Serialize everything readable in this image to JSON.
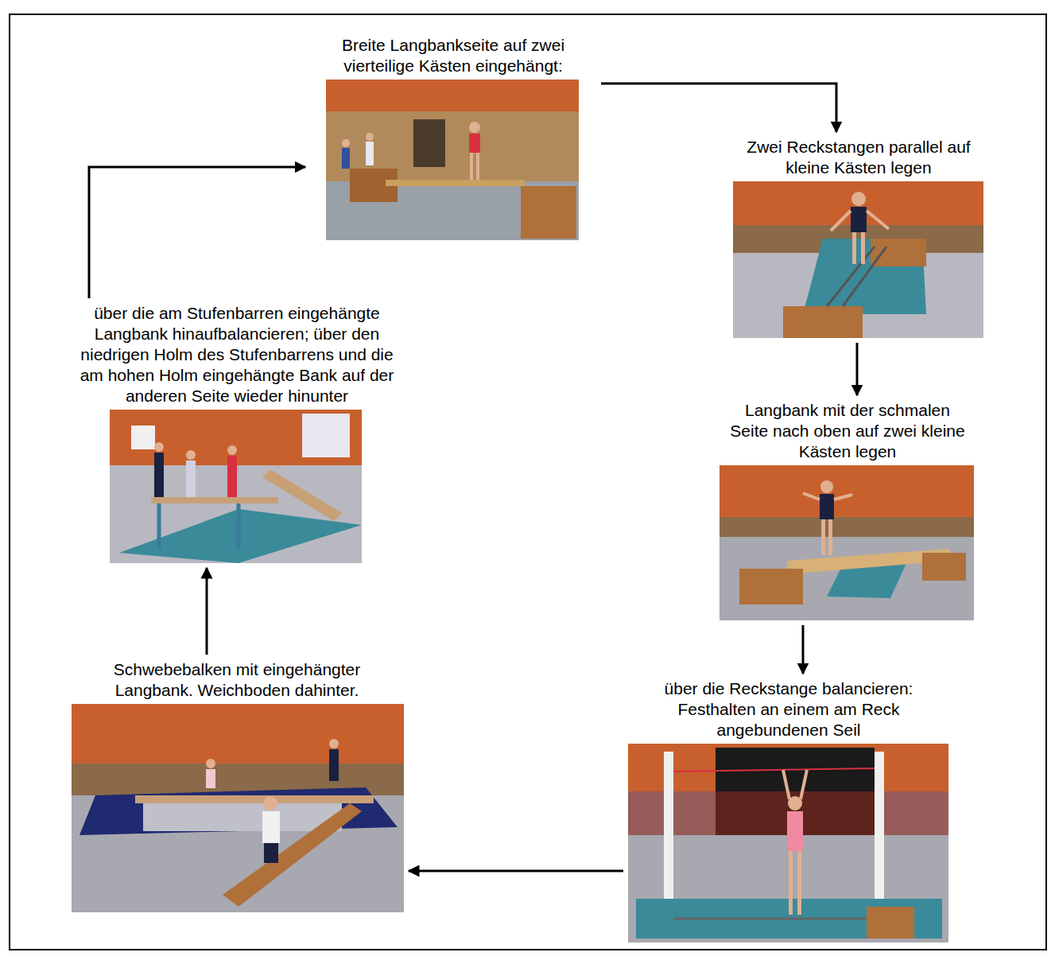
{
  "diagram": {
    "nodes": [
      {
        "text": [
          "Breite Langbankseite auf zwei vierteilige Kästen eingehängt:"
        ]
      },
      {
        "text": [
          "Zwei Reckstangen parallel auf kleine Kästen legen"
        ]
      },
      {
        "text": [
          "Langbank mit der schmalen Seite nach oben auf zwei kleine Kästen legen"
        ]
      },
      {
        "text": [
          "über die Reckstange balancieren: Festhalten an einem am Reck angebundenen Seil"
        ]
      },
      {
        "text": [
          "Schwebebalken mit eingehängter Langbank. Weichboden dahinter."
        ]
      },
      {
        "text": [
          "über die am Stufenbarren eingehängte Langbank hinaufbalancieren; über den niedrigen Holm des Stufenbarrens und die am hohen Holm eingehängte Bank auf der anderen Seite wieder hinunter"
        ]
      }
    ],
    "edges": [
      {
        "from": 0,
        "to": 1,
        "arrow": "to"
      },
      {
        "from": 1,
        "to": 2,
        "arrow": "to"
      },
      {
        "from": 2,
        "to": 3,
        "arrow": "to"
      },
      {
        "from": 3,
        "to": 4,
        "arrow": "to"
      },
      {
        "from": 4,
        "to": 5,
        "arrow": "to"
      },
      {
        "from": 5,
        "to": 0,
        "arrow": "to"
      }
    ]
  }
}
